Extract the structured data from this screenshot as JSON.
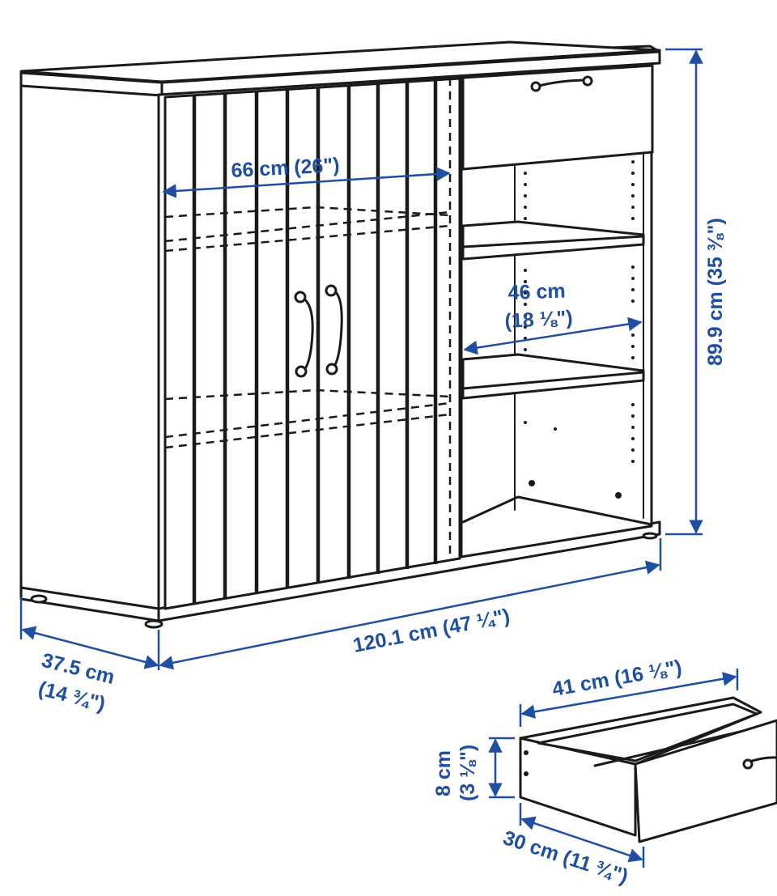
{
  "dimensions": {
    "top_width": "66 cm (26\")",
    "shelf_width_cm": "46 cm",
    "shelf_width_in": "(18 ⅛\")",
    "height": "89.9 cm (35 ⅜\")",
    "total_width": "120.1 cm (47 ¼\")",
    "depth_cm": "37.5 cm",
    "depth_in": "(14 ¾\")",
    "drawer_width": "41 cm (16 ⅛\")",
    "drawer_height_cm": "8 cm",
    "drawer_height_in": "(3 ⅛\")",
    "drawer_depth": "30 cm (11 ¾\")"
  },
  "colors": {
    "dimension": "#1f4fa3",
    "line": "#1a1a1a"
  }
}
